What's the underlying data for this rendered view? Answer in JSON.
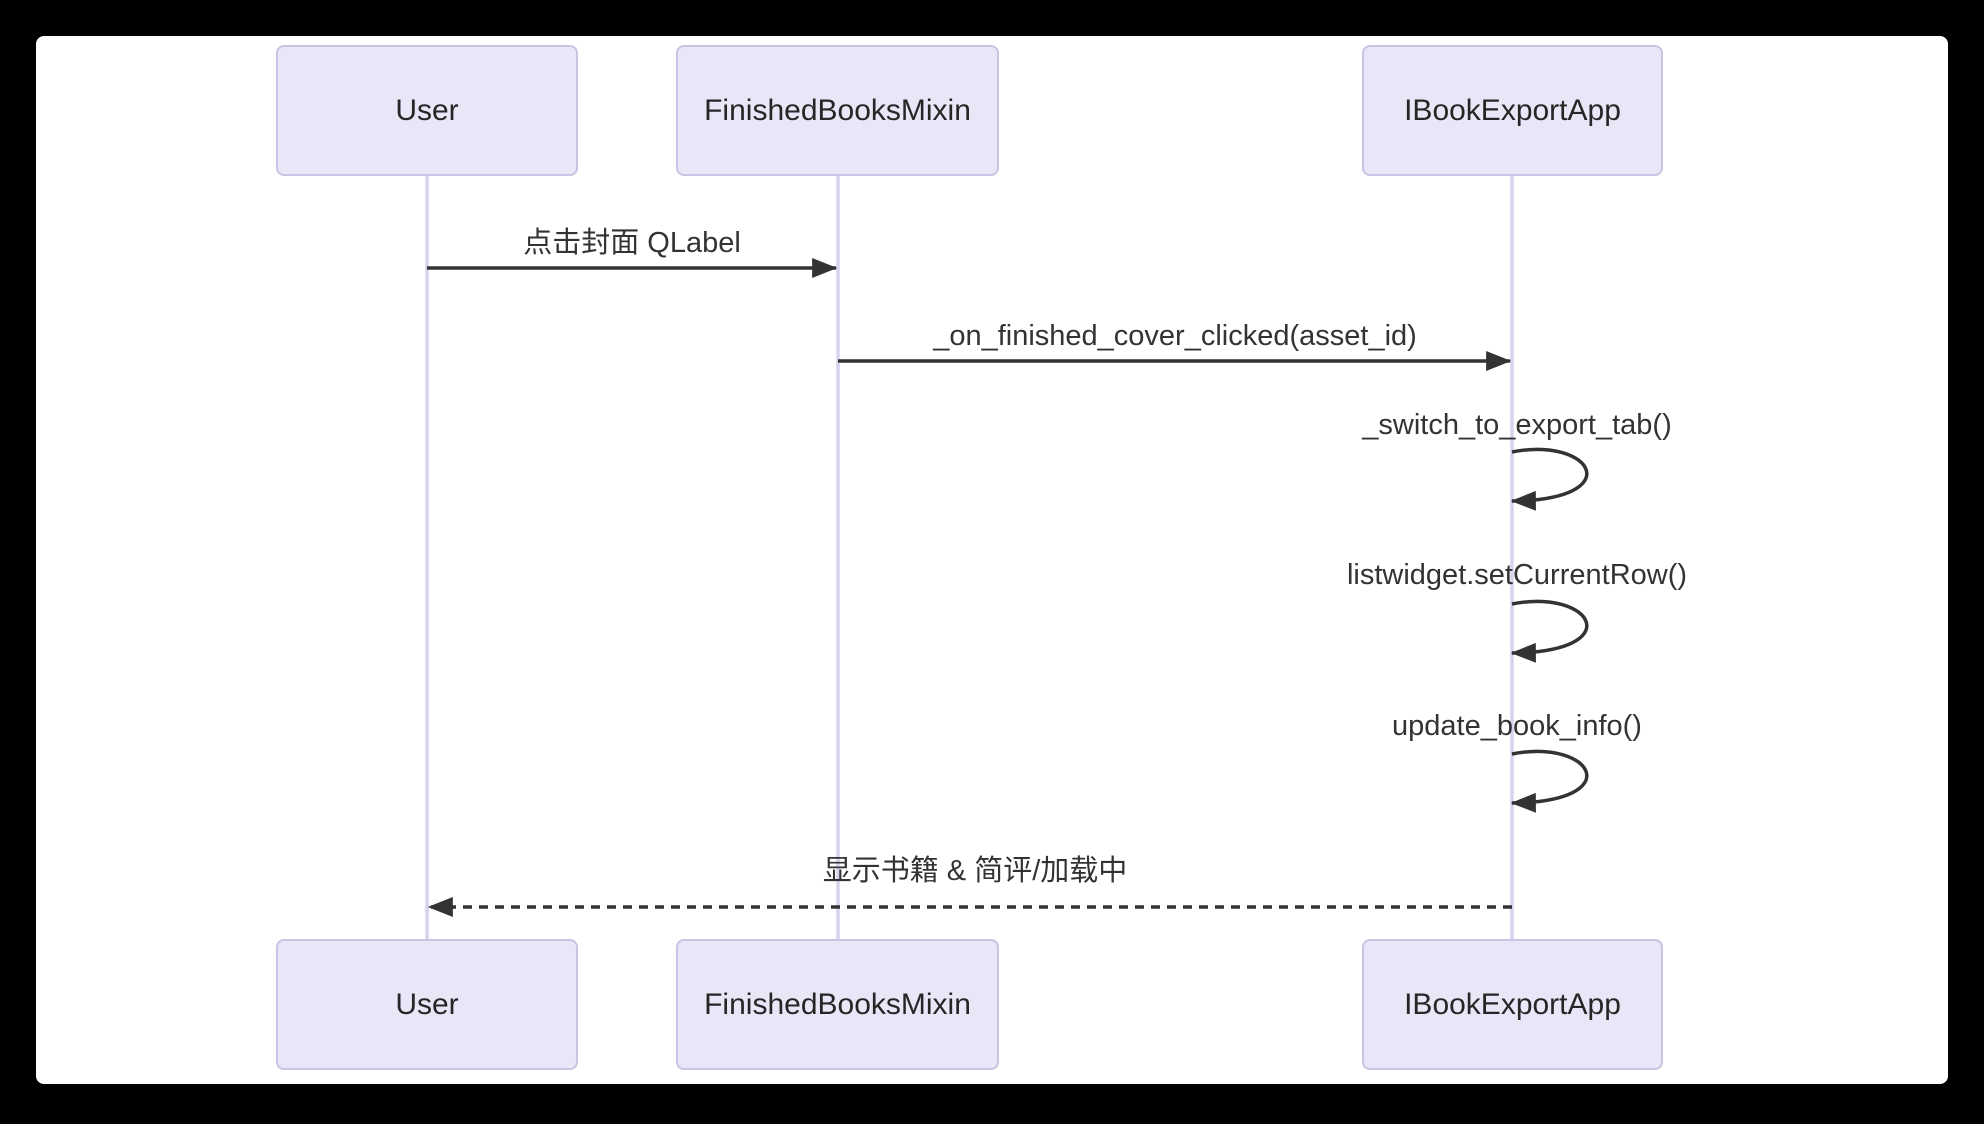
{
  "diagram": {
    "type": "sequence",
    "actors": [
      {
        "name": "User"
      },
      {
        "name": "FinishedBooksMixin"
      },
      {
        "name": "IBookExportApp"
      }
    ],
    "messages": [
      {
        "from": "User",
        "to": "FinishedBooksMixin",
        "label": "点击封面 QLabel",
        "style": "solid-arrow"
      },
      {
        "from": "FinishedBooksMixin",
        "to": "IBookExportApp",
        "label": "_on_finished_cover_clicked(asset_id)",
        "style": "solid-arrow"
      },
      {
        "from": "IBookExportApp",
        "to": "IBookExportApp",
        "label": "_switch_to_export_tab()",
        "style": "self-loop"
      },
      {
        "from": "IBookExportApp",
        "to": "IBookExportApp",
        "label": "listwidget.setCurrentRow()",
        "style": "self-loop"
      },
      {
        "from": "IBookExportApp",
        "to": "IBookExportApp",
        "label": "update_book_info()",
        "style": "self-loop"
      },
      {
        "from": "IBookExportApp",
        "to": "User",
        "label": "显示书籍 & 简评/加载中",
        "style": "dashed-arrow"
      }
    ],
    "colors": {
      "actor_fill": "#e9e7f7",
      "actor_border": "#cac4e4",
      "lifeline": "#d6d3ef",
      "message": "#333333",
      "text": "#262626",
      "canvas": "#ffffff",
      "frame": "#000000"
    }
  }
}
